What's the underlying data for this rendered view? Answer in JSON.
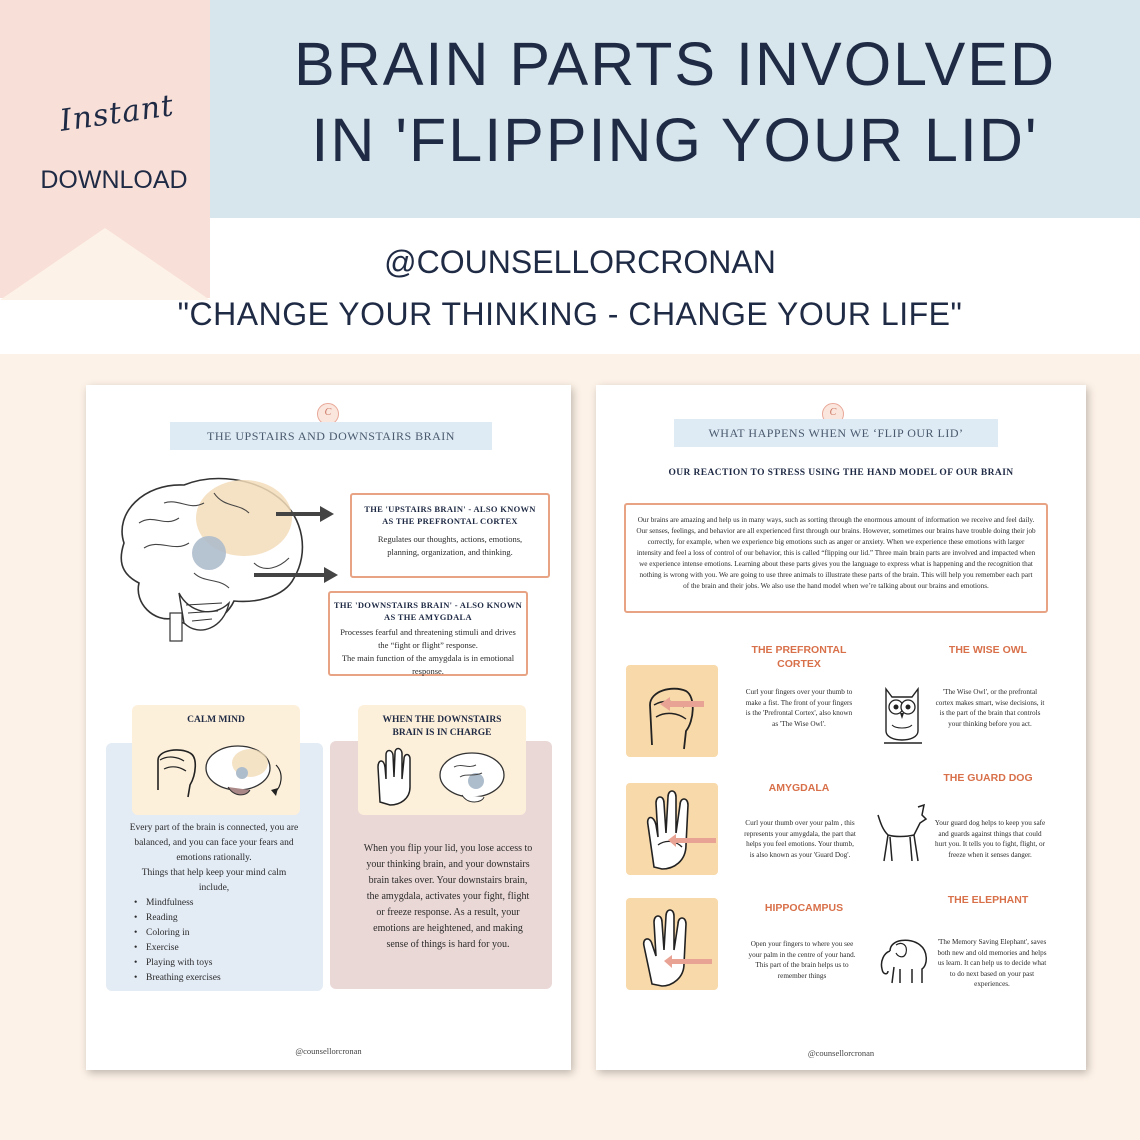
{
  "ribbon": {
    "script": "Instant",
    "label": "DOWNLOAD"
  },
  "headline": {
    "line1": "BRAIN PARTS INVOLVED",
    "line2": "IN 'FLIPPING YOUR LID'"
  },
  "handle": "@COUNSELLORCRONAN",
  "tagline": "\"CHANGE YOUR THINKING - CHANGE YOUR LIFE\"",
  "colors": {
    "top_band": "#d7e5ec",
    "ribbon": "#f8dfd8",
    "bottom_band": "#fdf2e7",
    "accent_orange": "#e8a384",
    "navy": "#1f2a44"
  },
  "left_page": {
    "logo": "C",
    "section_title": "THE UPSTAIRS AND DOWNSTAIRS BRAIN",
    "upstairs": {
      "title_line1": "THE 'UPSTAIRS BRAIN' - ALSO KNOWN",
      "title_line2": "AS THE PREFRONTAL CORTEX",
      "text": "Regulates our thoughts, actions, emotions, planning, organization, and thinking."
    },
    "downstairs": {
      "title_line1": "THE 'DOWNSTAIRS BRAIN' - ALSO KNOWN",
      "title_line2": "AS THE AMYGDALA",
      "text1": "Processes fearful and threatening stimuli and drives the “fight or flight” response.",
      "text2": "The main function of the amygdala is in emotional response."
    },
    "calm": {
      "title": "CALM MIND",
      "text": "Every part of the brain is connected, you are balanced, and you can face your fears and emotions rationally.",
      "list_intro": "Things that help keep your mind calm include,",
      "items": [
        "Mindfulness",
        "Reading",
        "Coloring in",
        "Exercise",
        "Playing with toys",
        "Breathing exercises"
      ]
    },
    "charge": {
      "title_line1": "WHEN THE DOWNSTAIRS",
      "title_line2": "BRAIN IS IN CHARGE",
      "text": "When you flip your lid, you lose access to your thinking brain, and your downstairs brain takes over. Your downstairs brain, the amygdala, activates your fight, flight or freeze response. As a result, your emotions are heightened, and making sense of things is hard for you."
    },
    "footer": "@counsellorcronan"
  },
  "right_page": {
    "logo": "C",
    "section_title": "WHAT HAPPENS WHEN WE ‘FLIP OUR LID’",
    "subtitle": "OUR REACTION TO STRESS USING THE HAND MODEL OF OUR BRAIN",
    "intro": "Our brains are amazing and help us in many ways, such as sorting through the enormous amount of information we receive and feel daily. Our senses, feelings, and behavior are all experienced first through our brains. However, sometimes our brains have trouble doing their job correctly, for example, when we experience big emotions such as anger or anxiety. When we experience these emotions with larger intensity and feel a loss of control of our behavior, this is called “flipping our lid.” Three main brain parts are involved and impacted when we experience intense emotions. Learning about these parts gives you the language to express what is happening and the recognition that nothing is wrong with you. We are going to use three animals to illustrate these parts of the brain. This will help you remember each part of the brain and their jobs. We also use the hand model when we’re talking about our brains and emotions.",
    "rows": [
      {
        "part_title": "THE PREFRONTAL CORTEX",
        "part_text": "Curl your fingers over your thumb to make a fist. The front of your fingers is the 'Prefrontal Cortex', also known as 'The Wise Owl'.",
        "animal_title": "THE WISE OWL",
        "animal_text": "'The Wise Owl', or the prefrontal cortex makes smart, wise decisions, it is the part of the brain that controls your thinking before you act."
      },
      {
        "part_title": "AMYGDALA",
        "part_text": "Curl your thumb over your palm , this represents your amygdala, the part that helps you feel emotions. Your thumb, is also known as your 'Guard Dog'.",
        "animal_title": "THE GUARD DOG",
        "animal_text": "Your guard dog helps to keep you safe and guards against things that could hurt you. It tells you to fight, flight, or freeze when it senses danger."
      },
      {
        "part_title": "HIPPOCAMPUS",
        "part_text": "Open your fingers to where you see your palm in the centre of your hand. This part of the brain helps us to remember things",
        "animal_title": "THE ELEPHANT",
        "animal_text": "'The Memory Saving Elephant', saves both new and old memories and helps us learn. It can help us to decide what to do next based on your past experiences."
      }
    ],
    "footer": "@counsellorcronan"
  }
}
